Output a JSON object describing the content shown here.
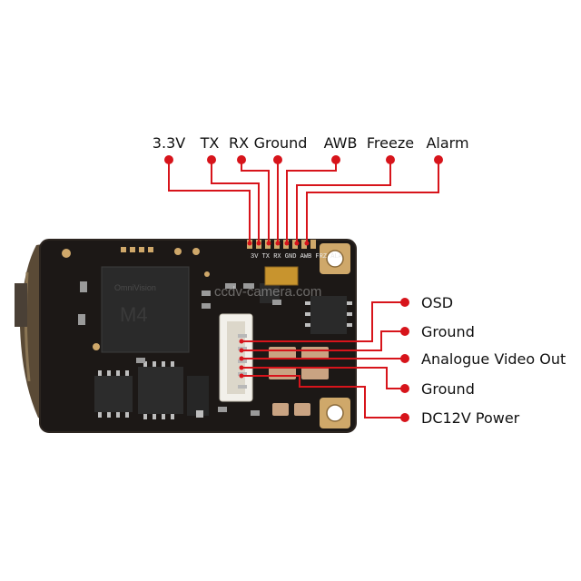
{
  "top_labels": [
    {
      "id": "3v3",
      "text": "3.3V"
    },
    {
      "id": "tx",
      "text": "TX"
    },
    {
      "id": "rx",
      "text": "RX"
    },
    {
      "id": "ground",
      "text": "Ground"
    },
    {
      "id": "awb",
      "text": "AWB"
    },
    {
      "id": "freeze",
      "text": "Freeze"
    },
    {
      "id": "alarm",
      "text": "Alarm"
    }
  ],
  "right_labels": [
    {
      "id": "osd",
      "text": "OSD"
    },
    {
      "id": "ground1",
      "text": "Ground"
    },
    {
      "id": "video",
      "text": "Analogue Video Out"
    },
    {
      "id": "ground2",
      "text": "Ground"
    },
    {
      "id": "power",
      "text": "DC12V Power"
    }
  ],
  "board": {
    "watermark": "ccdv-camera.com",
    "chip_marking": "M4",
    "chip_brand": "OmniVision"
  },
  "colors": {
    "leader": "#d7141b",
    "board": "#1c1816",
    "pad": "#cfa86a"
  }
}
